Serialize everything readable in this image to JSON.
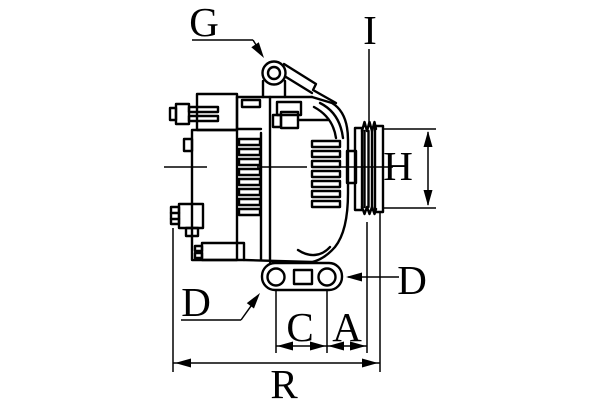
{
  "diagram": {
    "type": "technical-line-drawing",
    "subject": "alternator side view with dimension callouts",
    "colors": {
      "line": "#000000",
      "background": "#ffffff"
    },
    "labels": {
      "g": "G",
      "i": "I",
      "h": "H",
      "d_right": "D",
      "d_left": "D",
      "c": "C",
      "a": "A",
      "r": "R"
    }
  }
}
